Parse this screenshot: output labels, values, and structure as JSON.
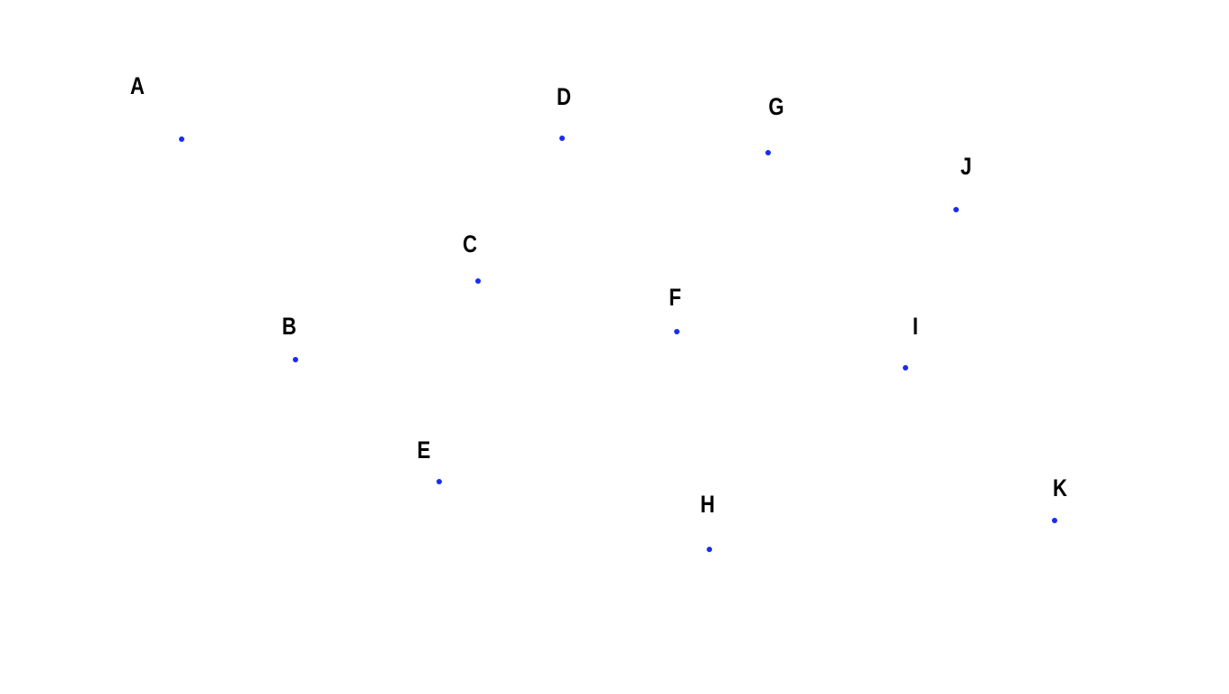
{
  "style": {
    "point_color": "#1a2cf0",
    "label_color": "#000000"
  },
  "points": [
    {
      "label": "A"
    },
    {
      "label": "B"
    },
    {
      "label": "C"
    },
    {
      "label": "D"
    },
    {
      "label": "E"
    },
    {
      "label": "F"
    },
    {
      "label": "G"
    },
    {
      "label": "H"
    },
    {
      "label": "I"
    },
    {
      "label": "J"
    },
    {
      "label": "K"
    }
  ]
}
